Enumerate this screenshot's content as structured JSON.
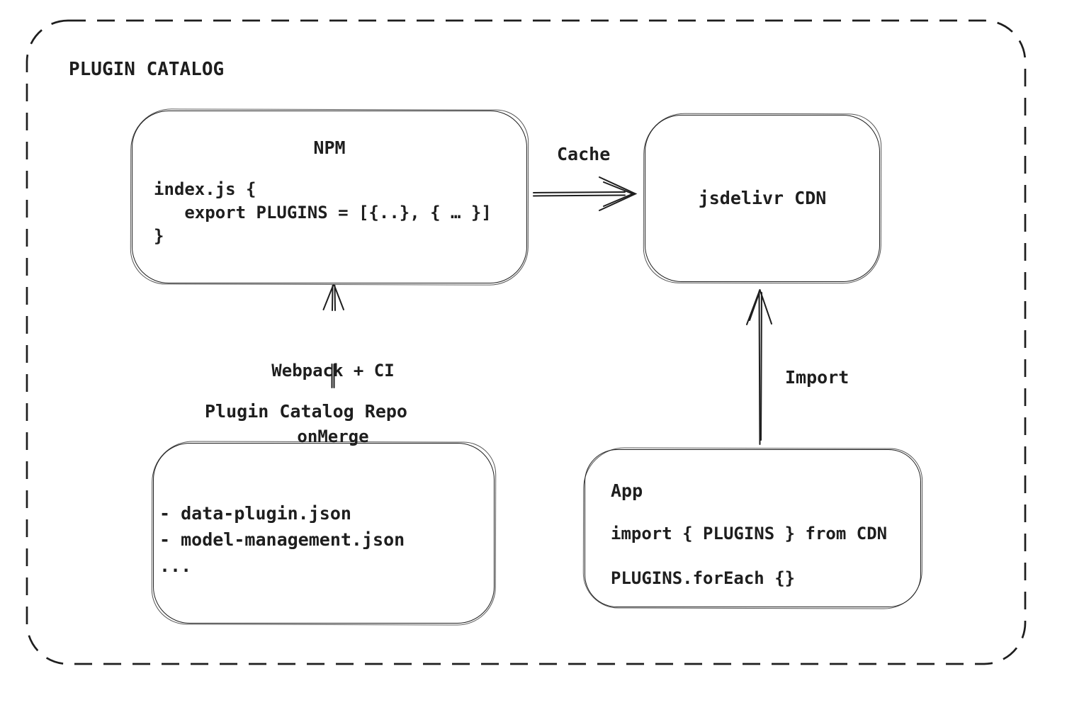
{
  "title": "PLUGIN CATALOG",
  "npm": {
    "heading": "NPM",
    "code": [
      "index.js {",
      "   export PLUGINS = [{..}, { … }]",
      "}"
    ]
  },
  "cdn": {
    "label": "jsdelivr CDN"
  },
  "repo": {
    "heading": "Plugin Catalog Repo",
    "files": [
      "- data-plugin.json",
      "- model-management.json",
      "..."
    ]
  },
  "app": {
    "heading": "App",
    "code": [
      "import { PLUGINS } from CDN",
      "PLUGINS.forEach {}"
    ]
  },
  "arrows": {
    "cache_label": "Cache",
    "webpack_label_line1": "Webpack + CI",
    "webpack_label_line2": "onMerge",
    "import_label": "Import"
  },
  "colors": {
    "ink": "#1e1e1e",
    "background": "#ffffff"
  }
}
